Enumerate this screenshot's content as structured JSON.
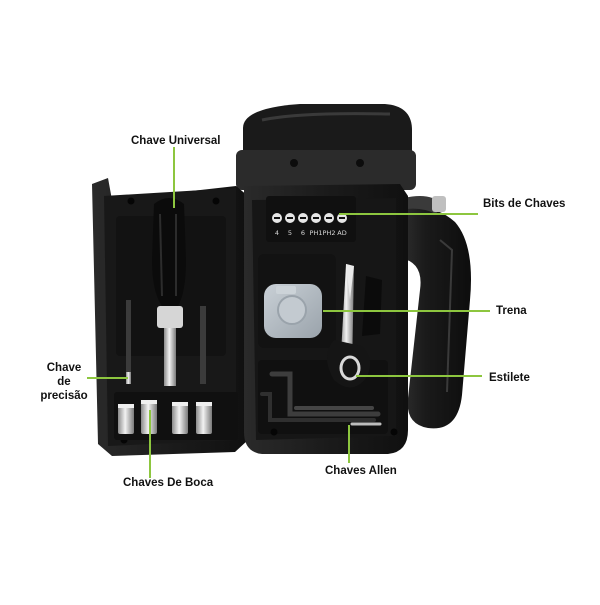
{
  "labels": {
    "chave_universal": "Chave Universal",
    "bits_de_chaves": "Bits de Chaves",
    "trena": "Trena",
    "chave_de_precisao": [
      "Chave",
      "de",
      "precisão"
    ],
    "estilete": "Estilete",
    "chaves_de_boca": "Chaves De Boca",
    "chaves_allen": "Chaves Allen"
  },
  "bit_labels": [
    "4",
    "5",
    "6",
    "PH1",
    "PH2",
    "AD"
  ],
  "colors": {
    "leader_line": "#8dc63f",
    "case_body": "#1d1d1d",
    "case_dark": "#0e0e0e",
    "tape_measure": "#aeb6bd"
  }
}
